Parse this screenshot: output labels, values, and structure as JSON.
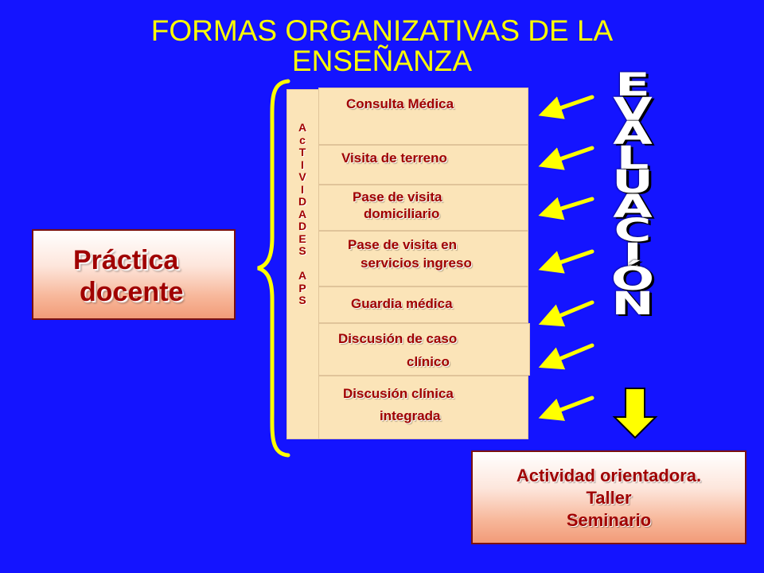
{
  "title": {
    "line1": "FORMAS ORGANIZATIVAS DE LA",
    "line2": "ENSEÑANZA"
  },
  "practica": {
    "line1": "Práctica",
    "line2": "docente"
  },
  "aps_letters": [
    "A",
    "c",
    "T",
    "I",
    "V",
    "I",
    "D",
    "A",
    "D",
    "E",
    "S",
    "",
    "A",
    "P",
    "S"
  ],
  "activities": [
    {
      "line1": "Consulta Médica",
      "line2": ""
    },
    {
      "line1": "Visita de terreno",
      "line2": ""
    },
    {
      "line1": "Pase de visita",
      "line2": "domiciliario"
    },
    {
      "line1": "Pase de visita en",
      "line2": "servicios ingreso"
    },
    {
      "line1": "Guardia médica",
      "line2": ""
    },
    {
      "line1": "Discusión de caso",
      "line2": "clínico"
    },
    {
      "line1": "Discusión clínica",
      "line2": "integrada"
    }
  ],
  "evaluacion_letters": [
    "E",
    "V",
    "A",
    "L",
    "U",
    "A",
    "C",
    "I",
    "Ó",
    "N"
  ],
  "orientadora": {
    "line1": "Actividad orientadora.",
    "line2": "Taller",
    "line3": "Seminario"
  },
  "colors": {
    "background": "#1414ff",
    "title": "#ffff00",
    "box_text": "#a00000",
    "activity_fill": "#fbe4b8",
    "arrow": "#ffff00"
  }
}
